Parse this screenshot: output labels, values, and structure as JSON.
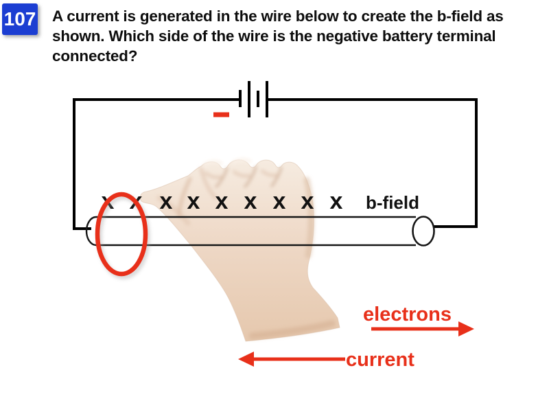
{
  "badge": {
    "number": "107"
  },
  "question": {
    "lines": [
      "A current is generated in the wire below to create the b-field as",
      "shown. Which side of the wire is the negative battery terminal",
      "connected?"
    ]
  },
  "diagram": {
    "x_symbol": "x",
    "x_count": 9,
    "bfield_label": "b-field",
    "battery_cells": 2,
    "negative_terminal_side": "left",
    "icons": {
      "negative_terminal": "minus-icon",
      "battery": "battery-cells-icon",
      "hand": "right-hand-grip"
    }
  },
  "annotations": {
    "electrons_label": "electrons",
    "electrons_arrow_direction": "right",
    "current_label": "current",
    "current_arrow_direction": "left"
  },
  "colors": {
    "accent_red": "#e8301a",
    "badge_blue": "#1c3ed2",
    "ink": "#111111",
    "skin_base": "#eed8c6"
  }
}
